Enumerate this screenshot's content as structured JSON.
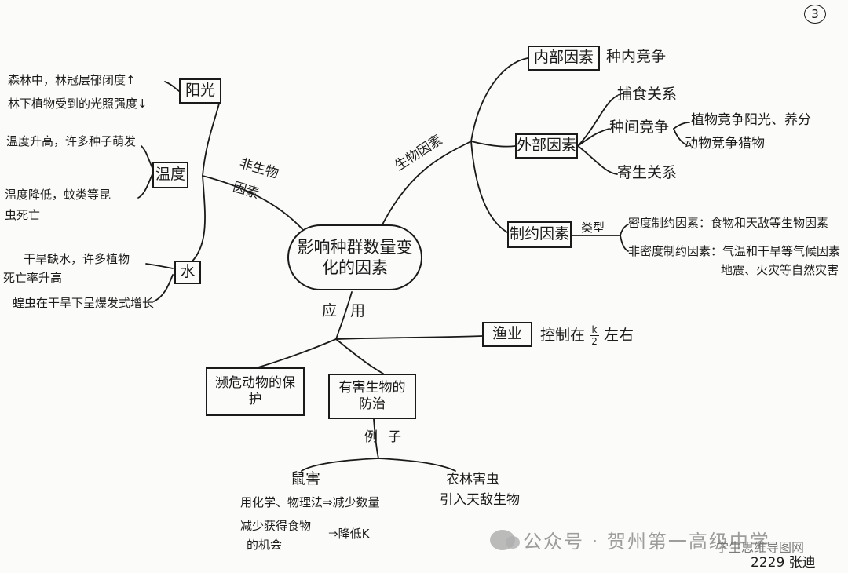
{
  "page_number": "3",
  "center": "影响种群数量变化的因素",
  "branches": {
    "biotic": {
      "label": "生物因素",
      "internal": {
        "box": "内部因素",
        "detail": "种内竞争"
      },
      "external": {
        "box": "外部因素",
        "predation": "捕食关系",
        "interspecific": "种间竞争",
        "plant_comp": "植物竞争阳光、养分",
        "animal_comp": "动物竞争猎物",
        "parasitism": "寄生关系"
      },
      "regulating": {
        "box": "制约因素",
        "type_label": "类型",
        "density_dependent": "密度制约因素：食物和天敌等生物因素",
        "density_independent": "非密度制约因素：气温和干旱等气候因素",
        "density_independent_2": "地震、火灾等自然灾害"
      }
    },
    "abiotic": {
      "label_1": "非生物",
      "label_2": "因素",
      "sunlight": {
        "box": "阳光",
        "line1": "森林中，林冠层郁闭度↑",
        "line2": "林下植物受到的光照强度↓"
      },
      "temperature": {
        "box": "温度",
        "up": "温度升高，许多种子萌发",
        "down_1": "温度降低，蚊类等昆",
        "down_2": "虫死亡"
      },
      "water": {
        "box": "水",
        "drought_1": "干旱缺水，许多植物",
        "drought_2": "死亡率升高",
        "locust": "蝗虫在干旱下呈爆发式增长"
      }
    },
    "application": {
      "label_1": "应",
      "label_2": "用",
      "fishery": {
        "box": "渔业",
        "detail_pre": "控制在",
        "detail_frac_top": "k",
        "detail_frac_bot": "2",
        "detail_post": "左右"
      },
      "endangered": {
        "box": "濒危动物的保护"
      },
      "pest": {
        "box": "有害生物的防治",
        "example_label_1": "例",
        "example_label_2": "子",
        "rodent": {
          "title": "鼠害",
          "line1": "用化学、物理法⇒减少数量",
          "line2a": "减少获得食物",
          "line2b": "的机会",
          "line2_result": "⇒降低K"
        },
        "farm_pest": {
          "line1": "农林害虫",
          "line2": "引入天敌生物"
        }
      }
    }
  },
  "watermark": {
    "main": "公众号 · 贺州第一高级中学",
    "secondary": "学生思维导图网"
  },
  "signature": "2229 张迪"
}
